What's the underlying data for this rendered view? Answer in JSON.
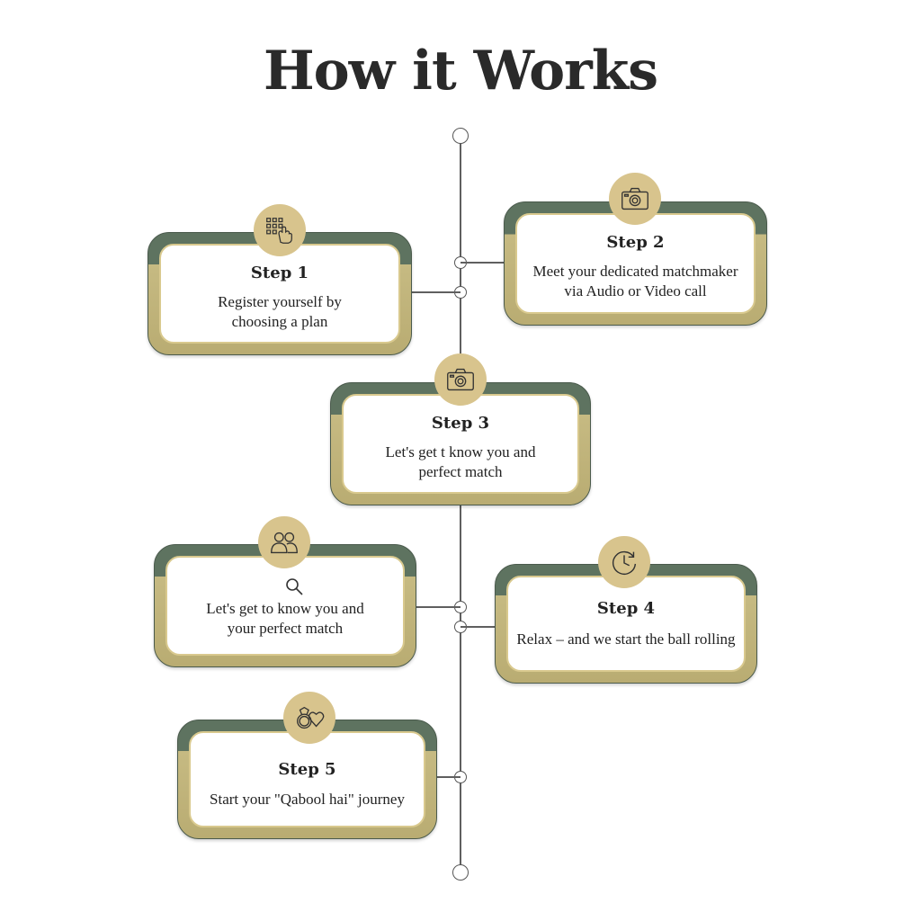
{
  "title": "How it Works",
  "colors": {
    "frame_top": "#5e7360",
    "frame_bottom": "#c6ba82",
    "badge": "#d8c48d",
    "inner_border": "#d9c98e",
    "line": "#5f5f5f"
  },
  "steps": [
    {
      "title": "Step 1",
      "desc_line1": "Register yourself by",
      "desc_line2": "choosing a plan",
      "icon": "keypad-tap-icon"
    },
    {
      "title": "Step 2",
      "desc_line1": "Meet your dedicated matchmaker",
      "desc_line2": "via Audio or Video call",
      "icon": "camera-icon"
    },
    {
      "title": "Step 3",
      "desc_line1": "Let's get t know you and",
      "desc_line2": "perfect match",
      "icon": "camera-icon"
    },
    {
      "title": "",
      "desc_line1": "Let's get to know you and",
      "desc_line2": "your perfect match",
      "icon": "people-icon",
      "sub_icon": "search-icon"
    },
    {
      "title": "Step 4",
      "desc_line1": "Relax – and we start the ball rolling",
      "desc_line2": "",
      "icon": "clock-refresh-icon"
    },
    {
      "title": "Step 5",
      "desc_line1": "Start your \"Qabool hai\" journey",
      "desc_line2": "",
      "icon": "ring-heart-icon"
    }
  ]
}
